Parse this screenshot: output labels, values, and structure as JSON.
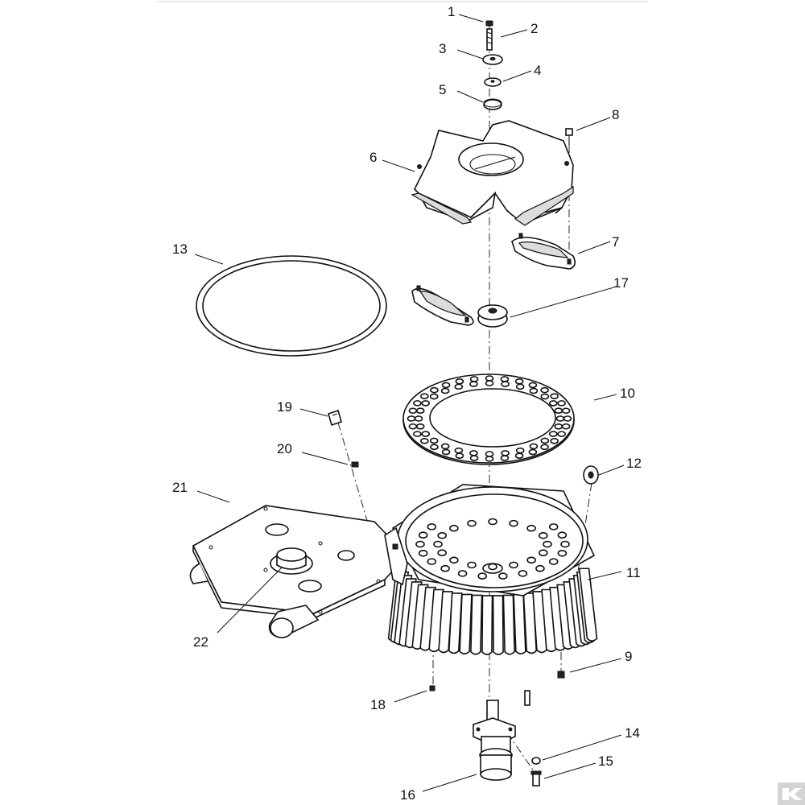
{
  "diagram": {
    "callouts": [
      {
        "id": "c1",
        "label": "1"
      },
      {
        "id": "c2",
        "label": "2"
      },
      {
        "id": "c3",
        "label": "3"
      },
      {
        "id": "c4",
        "label": "4"
      },
      {
        "id": "c5",
        "label": "5"
      },
      {
        "id": "c6",
        "label": "6"
      },
      {
        "id": "c7",
        "label": "7"
      },
      {
        "id": "c8",
        "label": "8"
      },
      {
        "id": "c9",
        "label": "9"
      },
      {
        "id": "c10",
        "label": "10"
      },
      {
        "id": "c11",
        "label": "11"
      },
      {
        "id": "c12",
        "label": "12"
      },
      {
        "id": "c13",
        "label": "13"
      },
      {
        "id": "c14",
        "label": "14"
      },
      {
        "id": "c15",
        "label": "15"
      },
      {
        "id": "c16",
        "label": "16"
      },
      {
        "id": "c17",
        "label": "17"
      },
      {
        "id": "c18",
        "label": "18"
      },
      {
        "id": "c19",
        "label": "19"
      },
      {
        "id": "c20",
        "label": "20"
      },
      {
        "id": "c21",
        "label": "21"
      },
      {
        "id": "c22",
        "label": "22"
      }
    ]
  },
  "colors": {
    "line": "#111111",
    "shade": "#dcdcdc",
    "logo": "#cccccc"
  },
  "icons": {
    "logo": "brand-logo-icon"
  }
}
